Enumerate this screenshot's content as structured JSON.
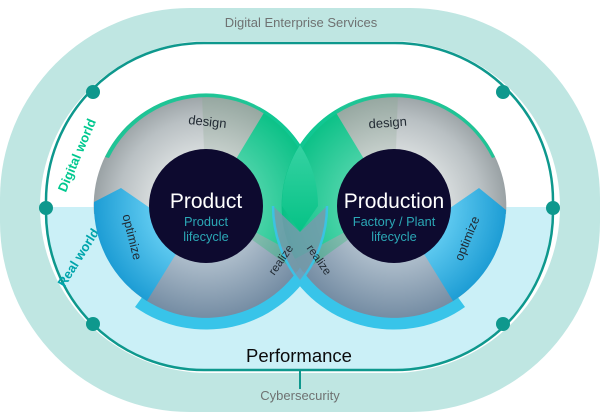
{
  "band": {
    "top_label": "Digital Enterprise Services",
    "bottom_label": "Cybersecurity"
  },
  "frame": {
    "digital_world": "Digital world",
    "real_world": "Real world",
    "performance": "Performance"
  },
  "product_cycle": {
    "title": "Product",
    "lifecycle_line1": "Product",
    "lifecycle_line2": "lifecycle",
    "design": "design",
    "optimize": "optimize",
    "realize": "realize"
  },
  "production_cycle": {
    "title": "Production",
    "lifecycle_line1": "Factory / Plant",
    "lifecycle_line2": "lifecycle",
    "design": "design",
    "optimize": "optimize",
    "realize": "realize"
  },
  "colors": {
    "band": "#BFE6E2",
    "band_text": "#6F7272",
    "frame_stroke": "#0E988D",
    "lower_fill": "#CBF0F7",
    "digital_world": "#00C88F",
    "real_world": "#00A5AC",
    "performance_text": "#0B0B0C",
    "navy": "#0D0A2F",
    "lifecycle_text": "#2BA7B5",
    "phase_text": "#212A33",
    "slate_lens": "#7D96AE",
    "sliver_cyan": "#38C4E9",
    "emerald": "#0BC98E"
  }
}
